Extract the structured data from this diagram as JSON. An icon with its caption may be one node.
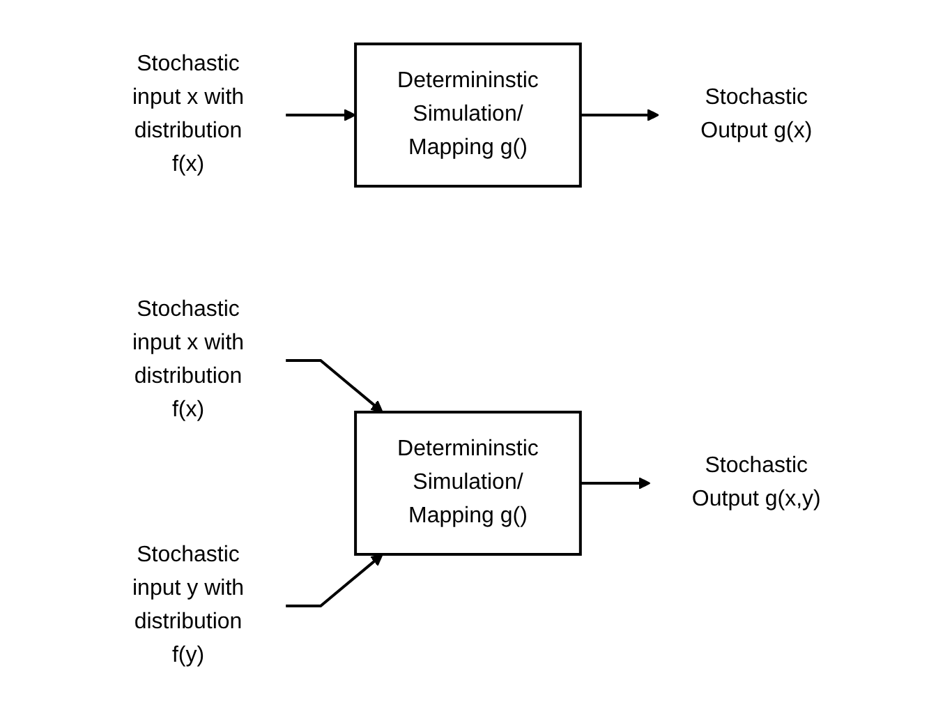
{
  "diagram": {
    "nodes": [
      {
        "text": [
          "Stochastic input x with distribution f(x)"
        ]
      },
      {
        "text": [
          "Determininstic Simulation/ Mapping g()"
        ]
      },
      {
        "text": [
          "Stochastic Output g(x)"
        ]
      },
      {
        "text": [
          "Stochastic input x with distribution f(x)"
        ]
      },
      {
        "text": [
          "Stochastic input y with distribution f(y)"
        ]
      },
      {
        "text": [
          "Determininstic Simulation/ Mapping g()"
        ]
      },
      {
        "text": [
          "Stochastic Output g(x,y)"
        ]
      }
    ],
    "edges": [
      {
        "from": 0,
        "to": 1,
        "arrow": "to"
      },
      {
        "from": 1,
        "to": 2,
        "arrow": "to"
      },
      {
        "from": 3,
        "to": 5,
        "arrow": "to"
      },
      {
        "from": 4,
        "to": 5,
        "arrow": "to"
      },
      {
        "from": 5,
        "to": 6,
        "arrow": "to"
      }
    ]
  }
}
